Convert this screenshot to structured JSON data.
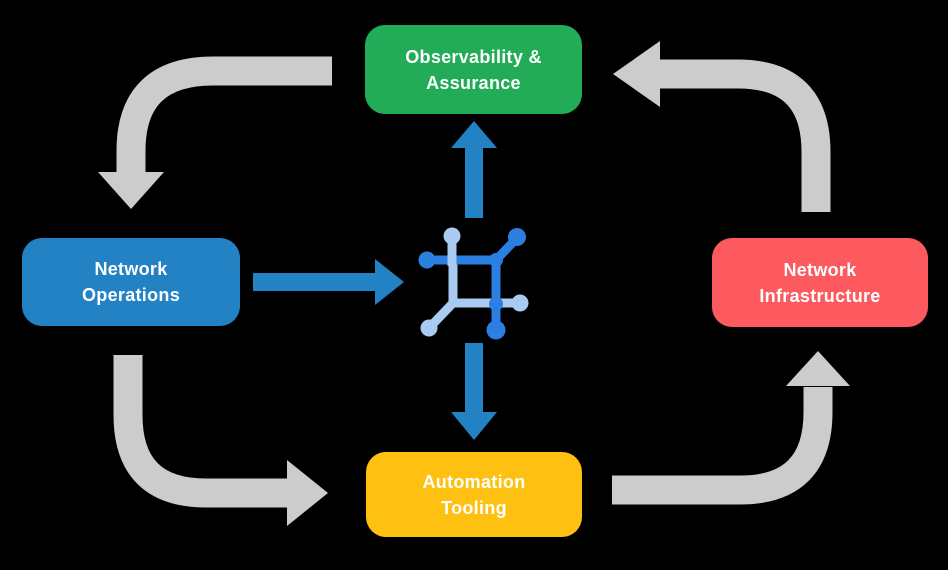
{
  "canvas": {
    "background": "#000000"
  },
  "diagram": {
    "nodes": [
      {
        "id": "observability-assurance",
        "lines": [
          "Observability &",
          "Assurance"
        ],
        "color": "#22ac57",
        "text_color": "#ffffff"
      },
      {
        "id": "network-operations",
        "lines": [
          "Network",
          "Operations"
        ],
        "color": "#2282c3",
        "text_color": "#ffffff"
      },
      {
        "id": "network-infrastructure",
        "lines": [
          "Network",
          "Infrastructure"
        ],
        "color": "#fc5a5e",
        "text_color": "#ffffff"
      },
      {
        "id": "automation-tooling",
        "lines": [
          "Automation",
          "Tooling"
        ],
        "color": "#fec011",
        "text_color": "#ffffff"
      }
    ],
    "center_icon": {
      "name": "network-fabric-icon",
      "dark_color": "#2a7fe0",
      "light_color": "#a9cbf1"
    },
    "flow_arrows": {
      "cycle_color": "#cccccc",
      "process_color": "#2282c3",
      "cycle": [
        {
          "from": "observability-assurance",
          "to": "network-operations"
        },
        {
          "from": "network-operations",
          "to": "automation-tooling"
        },
        {
          "from": "automation-tooling",
          "to": "network-infrastructure"
        },
        {
          "from": "network-infrastructure",
          "to": "observability-assurance"
        }
      ],
      "process": [
        {
          "from": "network-operations",
          "to": "center-icon"
        },
        {
          "from": "center-icon",
          "to": "observability-assurance"
        },
        {
          "from": "center-icon",
          "to": "automation-tooling"
        }
      ]
    }
  }
}
